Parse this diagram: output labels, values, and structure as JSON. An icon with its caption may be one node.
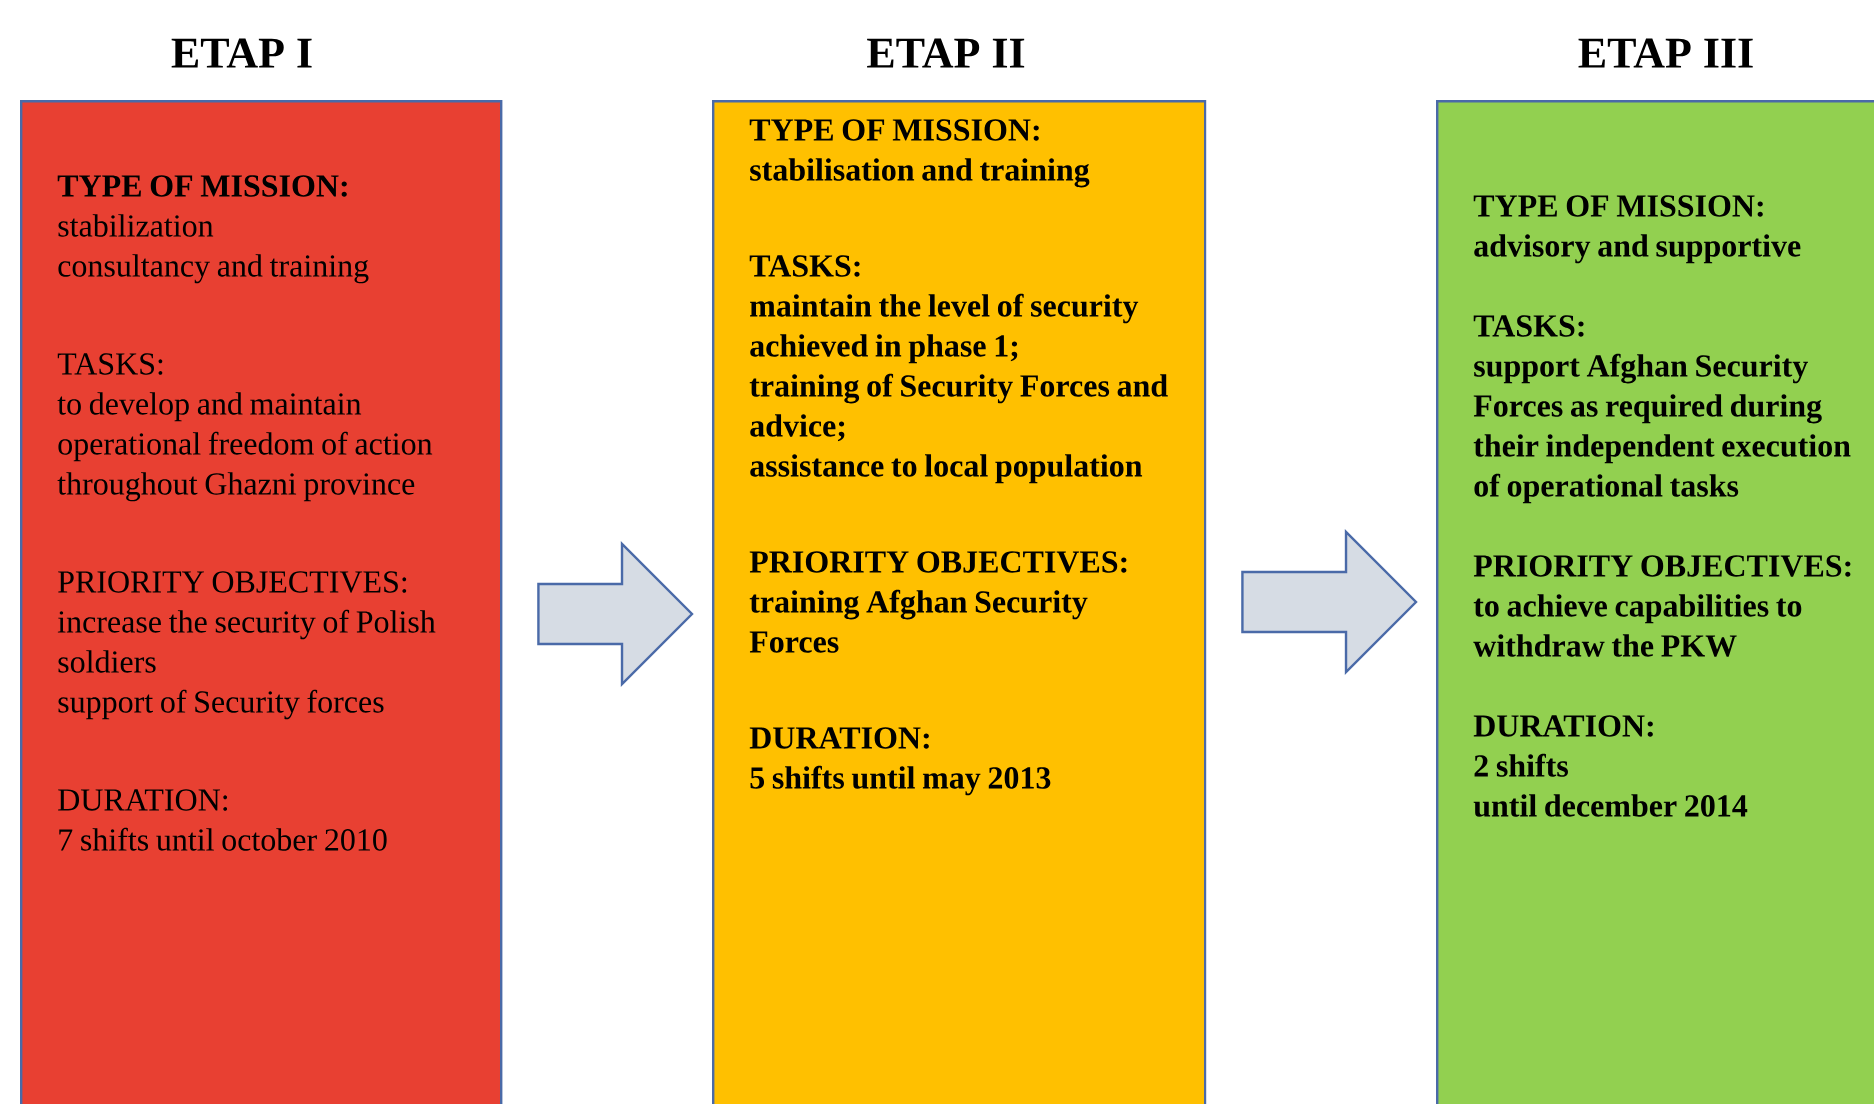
{
  "diagram": {
    "nodes": [
      {
        "text": [
          "ETAP I",
          "TYPE OF MISSION:",
          "stabilization",
          "consultancy and training",
          "TASKS:",
          "to develop and maintain operational freedom of action throughout Ghazni province",
          "PRIORITY OBJECTIVES:",
          "increase the security of Polish soldiers",
          "support of Security forces",
          "DURATION:",
          "7 shifts until october 2010"
        ]
      },
      {
        "text": [
          "ETAP II",
          "TYPE OF MISSION:",
          "stabilisation and training",
          "TASKS:",
          "maintain the level of security achieved in phase 1;",
          "training of Security Forces and advice;",
          "assistance to local population",
          "PRIORITY OBJECTIVES:",
          "training Afghan Security Forces",
          "DURATION:",
          "5 shifts until may 2013"
        ]
      },
      {
        "text": [
          "ETAP III",
          "TYPE OF MISSION:",
          "advisory and supportive",
          "TASKS:",
          "support Afghan Security Forces as required during their independent execution of operational tasks",
          "PRIORITY OBJECTIVES:",
          "to achieve capabilities to withdraw the PKW",
          "DURATION:",
          "2 shifts",
          "until december 2014"
        ]
      }
    ],
    "edges": [
      {
        "from": 0,
        "to": 1,
        "arrow": "to"
      },
      {
        "from": 1,
        "to": 2,
        "arrow": "to"
      }
    ]
  }
}
